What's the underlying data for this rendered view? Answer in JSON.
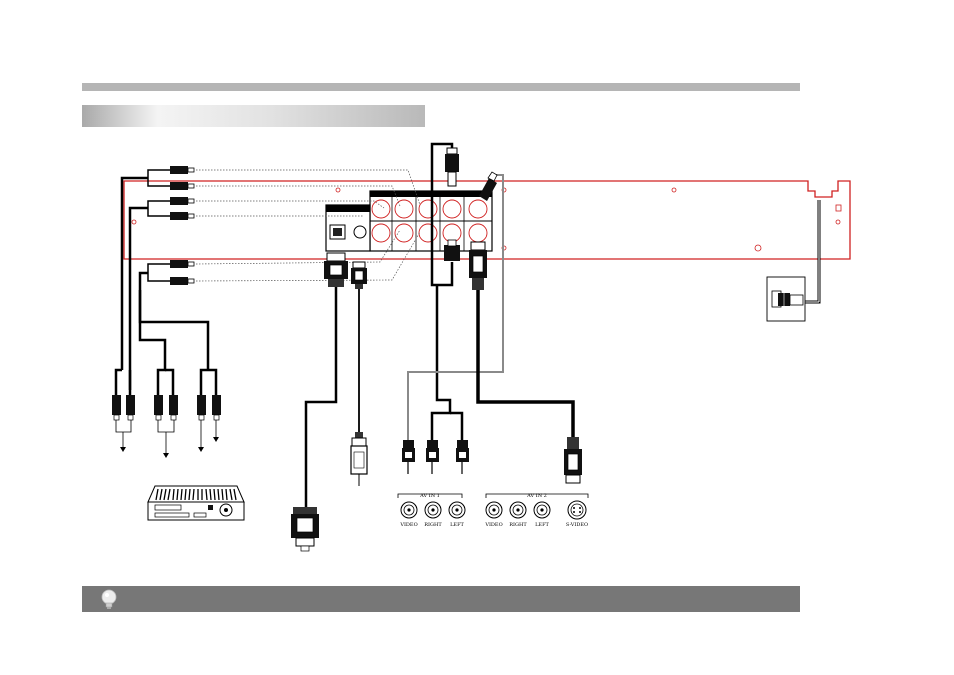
{
  "header": {
    "section_title": ""
  },
  "note": {
    "text": "",
    "icon": "lightbulb-icon"
  },
  "tv_panel": {
    "group_1_label": "AV IN 1",
    "group_2_label": "AV IN 2",
    "group_1_jacks": [
      "VIDEO",
      "RIGHT",
      "LEFT"
    ],
    "group_2_jacks": [
      "VIDEO",
      "RIGHT",
      "LEFT",
      "S-VIDEO"
    ]
  },
  "colors": {
    "player_outline": "#d02020",
    "cable": "#111111",
    "grey_cable": "#8a8a8a",
    "bar_grey": "#777777",
    "rule_grey": "#b5b5b5"
  },
  "icons": [
    "amplifier-icon",
    "power-outlet-icon",
    "lightbulb-icon",
    "optical-plug-icon",
    "s-video-plug-icon",
    "rca-plug-icon"
  ]
}
